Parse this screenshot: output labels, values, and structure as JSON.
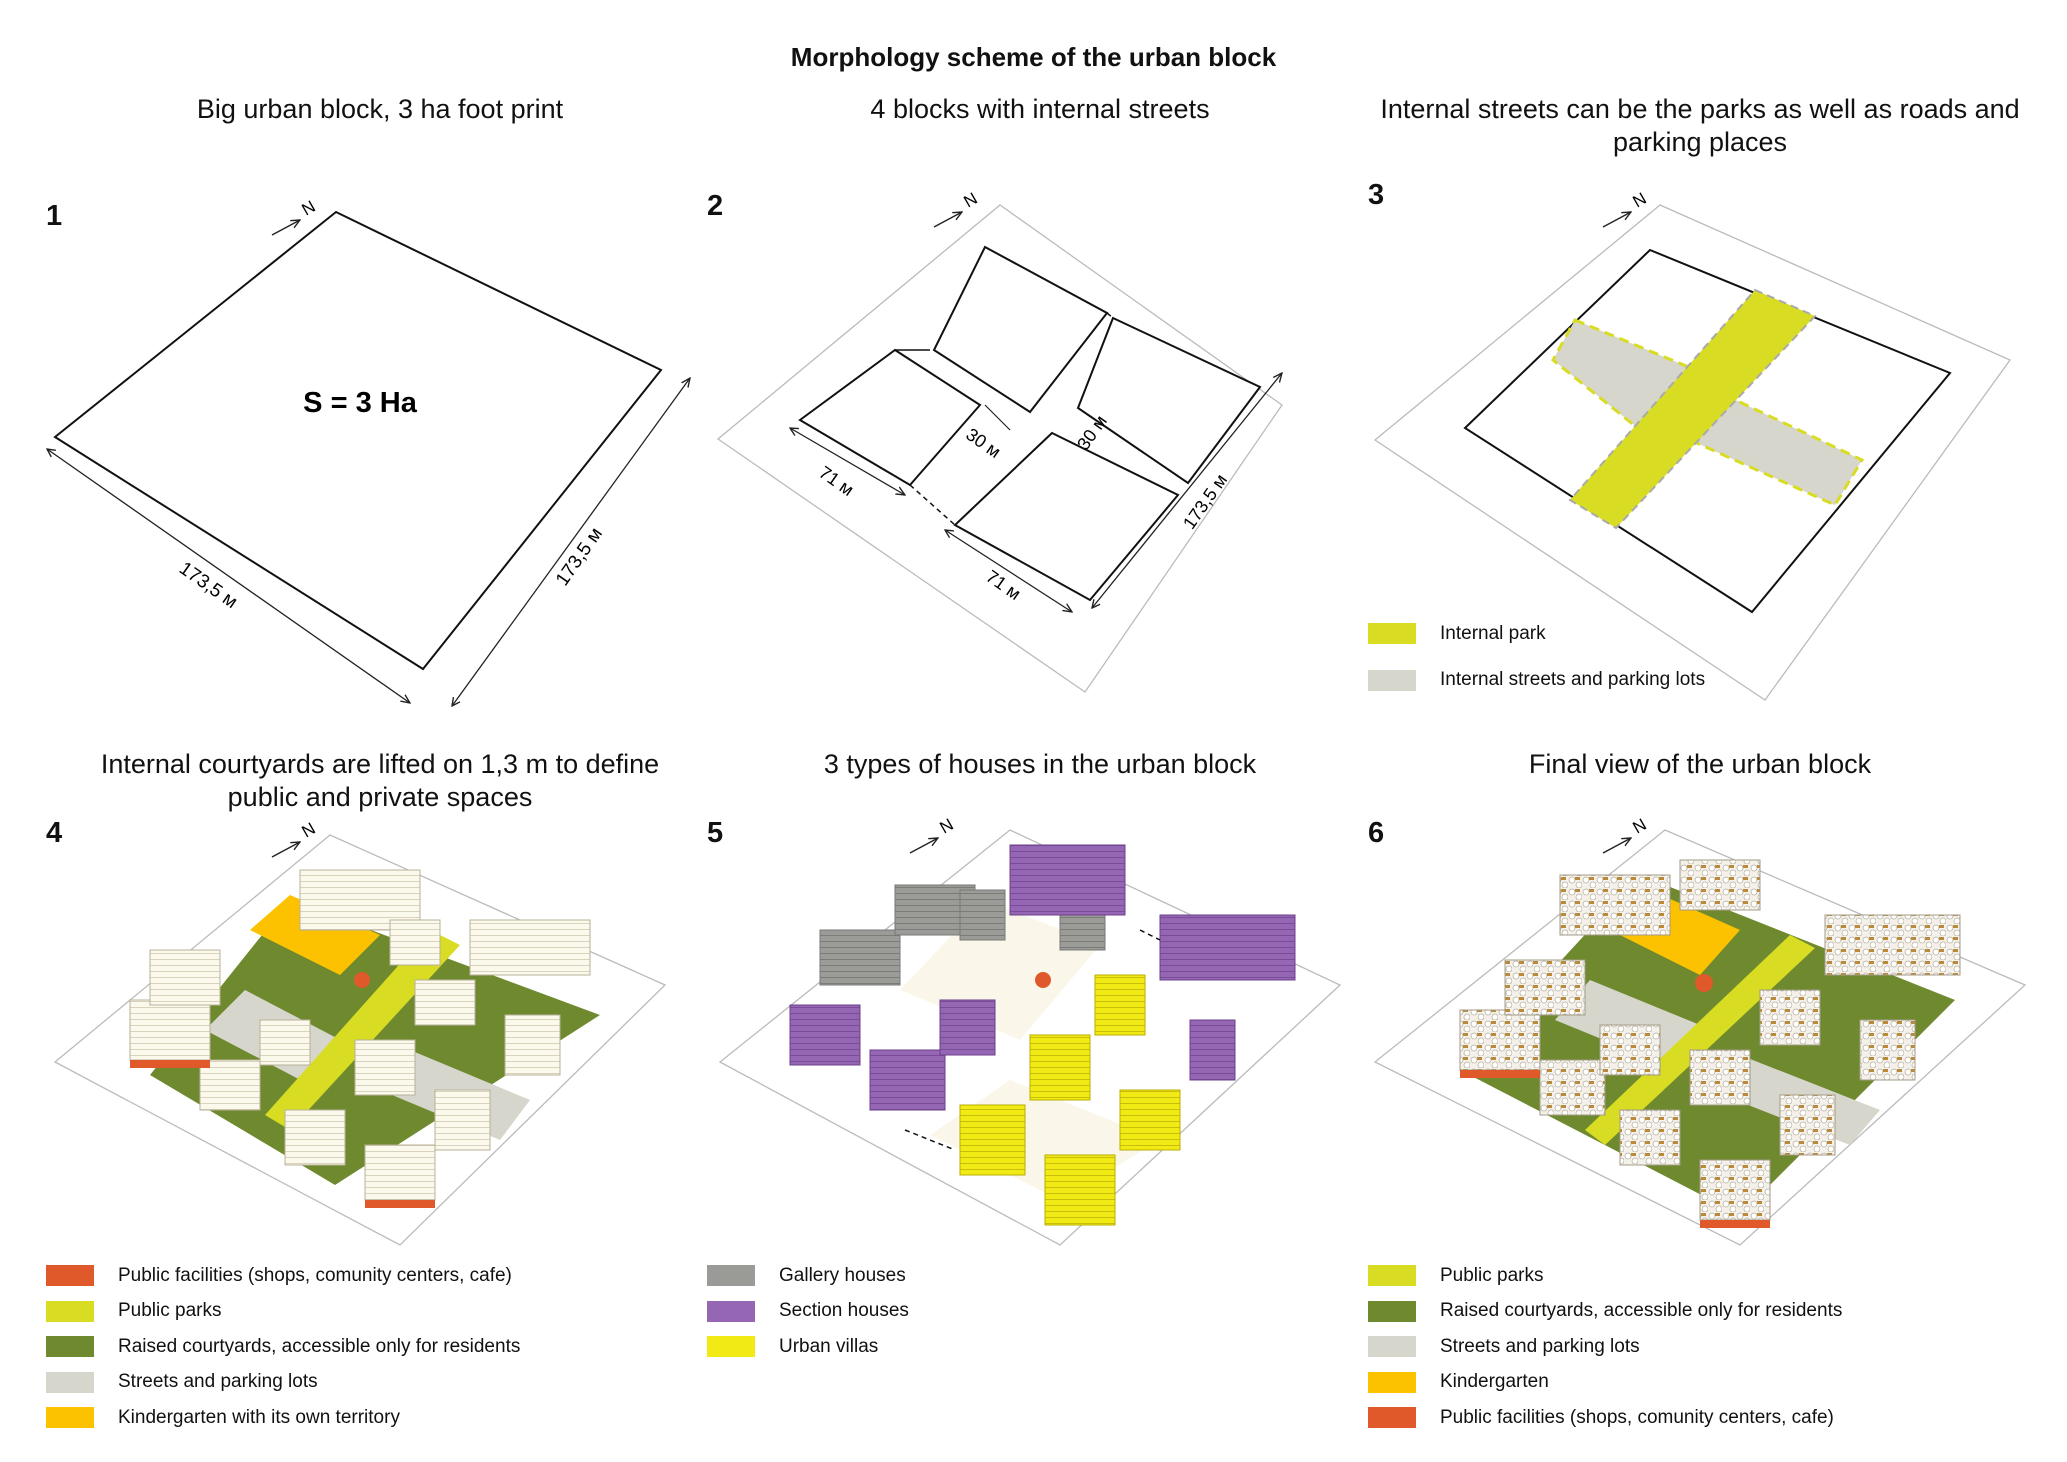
{
  "title": "Morphology scheme of the urban block",
  "panels": [
    {
      "number": "1",
      "title": "Big urban block, 3 ha foot print",
      "area_label": "S = 3 Ha",
      "dim_a": "173,5 м",
      "dim_b": "173,5 м",
      "north": "N"
    },
    {
      "number": "2",
      "title": "4 blocks with internal streets",
      "dim_block_a": "71 м",
      "dim_block_b": "71 м",
      "dim_street_a": "30 м",
      "dim_street_b": "30 м",
      "dim_total": "173,5 м",
      "north": "N"
    },
    {
      "number": "3",
      "title": "Internal streets can be the parks as well as roads and parking places",
      "north": "N",
      "legend": [
        {
          "label": "Internal park",
          "color": "#d8dc22"
        },
        {
          "label": "Internal streets and parking lots",
          "color": "#d6d6cc"
        }
      ]
    },
    {
      "number": "4",
      "title": "Internal courtyards are lifted on 1,3 m to define public and private spaces",
      "north": "N",
      "legend": [
        {
          "label": "Public facilities (shops, comunity centers, cafe)",
          "color": "#e0592a"
        },
        {
          "label": "Public parks",
          "color": "#d8dc22"
        },
        {
          "label": "Raised courtyards, accessible only for residents",
          "color": "#6f8a2e"
        },
        {
          "label": "Streets and parking lots",
          "color": "#d6d6cc"
        },
        {
          "label": "Kindergarten with its own territory",
          "color": "#fcc200"
        }
      ]
    },
    {
      "number": "5",
      "title": "3 types of houses in the urban block",
      "north": "N",
      "legend": [
        {
          "label": "Gallery houses",
          "color": "#9a9a96"
        },
        {
          "label": "Section houses",
          "color": "#9566b4"
        },
        {
          "label": "Urban villas",
          "color": "#f2ea14"
        }
      ]
    },
    {
      "number": "6",
      "title": "Final view of the urban block",
      "north": "N",
      "legend": [
        {
          "label": "Public parks",
          "color": "#d8dc22"
        },
        {
          "label": "Raised courtyards, accessible only for residents",
          "color": "#6f8a2e"
        },
        {
          "label": "Streets and parking lots",
          "color": "#d6d6cc"
        },
        {
          "label": "Kindergarten",
          "color": "#fcc200"
        },
        {
          "label": "Public facilities (shops, comunity centers, cafe)",
          "color": "#e0592a"
        }
      ]
    }
  ]
}
